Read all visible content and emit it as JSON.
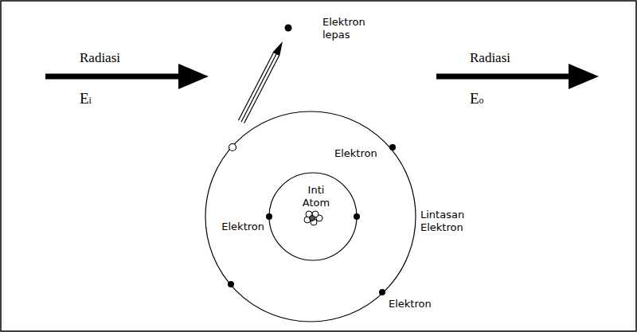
{
  "diagram": {
    "labels": [
      "Radiasi",
      "Ei",
      "Elektron lepas",
      "Radiasi",
      "Eo",
      "Elektron",
      "Inti Atom",
      "Elektron",
      "Lintasan Elektron",
      "Elektron"
    ]
  }
}
